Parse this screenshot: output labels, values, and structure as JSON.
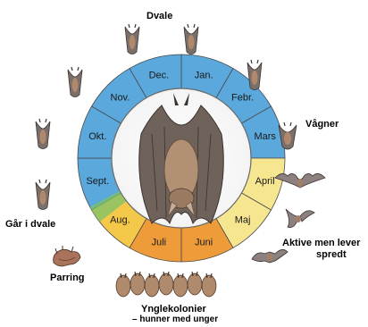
{
  "wheel": {
    "months": [
      "Jan.",
      "Febr.",
      "Mars",
      "April",
      "Maj",
      "Juni",
      "Juli",
      "Aug.",
      "Sept.",
      "Okt.",
      "Nov.",
      "Dec."
    ],
    "colors": {
      "winter_blue": "#5aa8dc",
      "spring_yellow": "#f6e690",
      "summer_orange": "#ee9b3a",
      "summer_yellow": "#f4c94a",
      "autumn_green": "#7cc26a",
      "ring_border": "#4a4a4a"
    }
  },
  "labels": {
    "dvale": "Dvale",
    "vagner": "Vågner",
    "aktive_line1": "Aktive men lever",
    "aktive_line2": "spredt",
    "ynglekolonier": "Ynglekolonier",
    "hunner": "– hunner med unger",
    "parring": "Parring",
    "gar_i_dvale": "Går i dvale"
  },
  "illustrations": {
    "center": "bat-hanging-center",
    "hibernating": "hanging-bat-icon",
    "flying": "flying-bat-icon",
    "cluster": "bat-cluster-icon",
    "mating": "mating-bats-icon"
  }
}
